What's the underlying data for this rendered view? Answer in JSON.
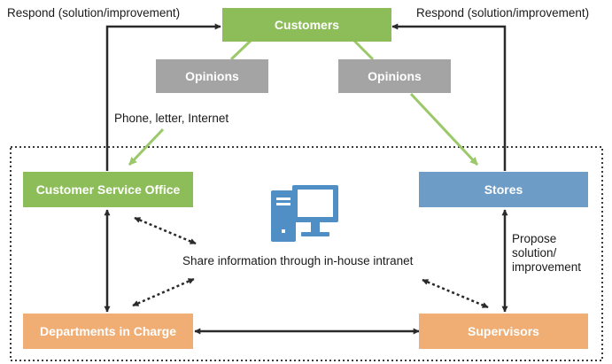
{
  "nodes": {
    "customers": "Customers",
    "opinions_left": "Opinions",
    "opinions_right": "Opinions",
    "customer_service_office": "Customer Service Office",
    "stores": "Stores",
    "departments_in_charge": "Departments in Charge",
    "supervisors": "Supervisors"
  },
  "labels": {
    "respond_left": "Respond (solution/improvement)",
    "respond_right": "Respond (solution/improvement)",
    "channels": "Phone, letter, Internet",
    "share_info": "Share information through in-house intranet",
    "propose": "Propose\nsolution/\nimprovement"
  },
  "colors": {
    "green": "#8dbd58",
    "gray": "#a4a4a4",
    "blue": "#6d9cc6",
    "orange": "#f0ae74",
    "arrow_dark": "#2a2a2a",
    "arrow_green": "#9bc96a",
    "computer_icon": "#4f8fc6"
  },
  "icons": [
    "computer-icon"
  ]
}
